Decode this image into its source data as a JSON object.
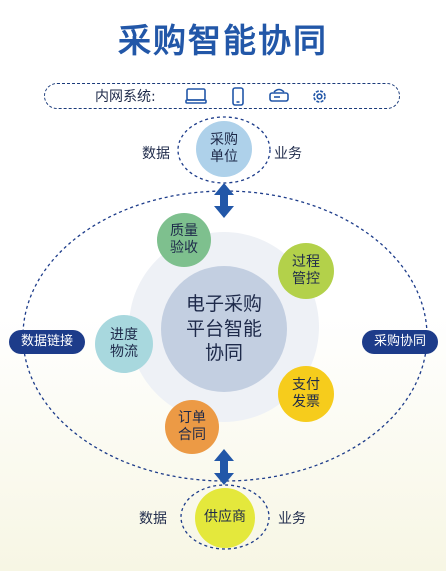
{
  "title": "采购智能协同",
  "intranet": {
    "label": "内网系统:",
    "icons": [
      "monitor-icon",
      "phone-icon",
      "router-icon",
      "gear-icon"
    ]
  },
  "top_node": {
    "label": "采购\n单位"
  },
  "bottom_node": {
    "label": "供应商"
  },
  "center": {
    "label": "电子采购\n平台智能\n协同"
  },
  "satellites": [
    {
      "key": "quality",
      "label": "质量\n验收",
      "color": "#7ec08e"
    },
    {
      "key": "process",
      "label": "过程\n管控",
      "color": "#b3d14a"
    },
    {
      "key": "logistics",
      "label": "进度\n物流",
      "color": "#a8d8de"
    },
    {
      "key": "payment",
      "label": "支付\n发票",
      "color": "#f6cc1c"
    },
    {
      "key": "order",
      "label": "订单\n合同",
      "color": "#ec9a45"
    }
  ],
  "top_sides": {
    "left": "数据",
    "right": "业务"
  },
  "bottom_sides": {
    "left": "数据",
    "right": "业务"
  },
  "badges": {
    "left": "数据链接",
    "right": "采购协同"
  },
  "colors": {
    "primary": "#2257a8",
    "dark": "#1d3c8a"
  }
}
